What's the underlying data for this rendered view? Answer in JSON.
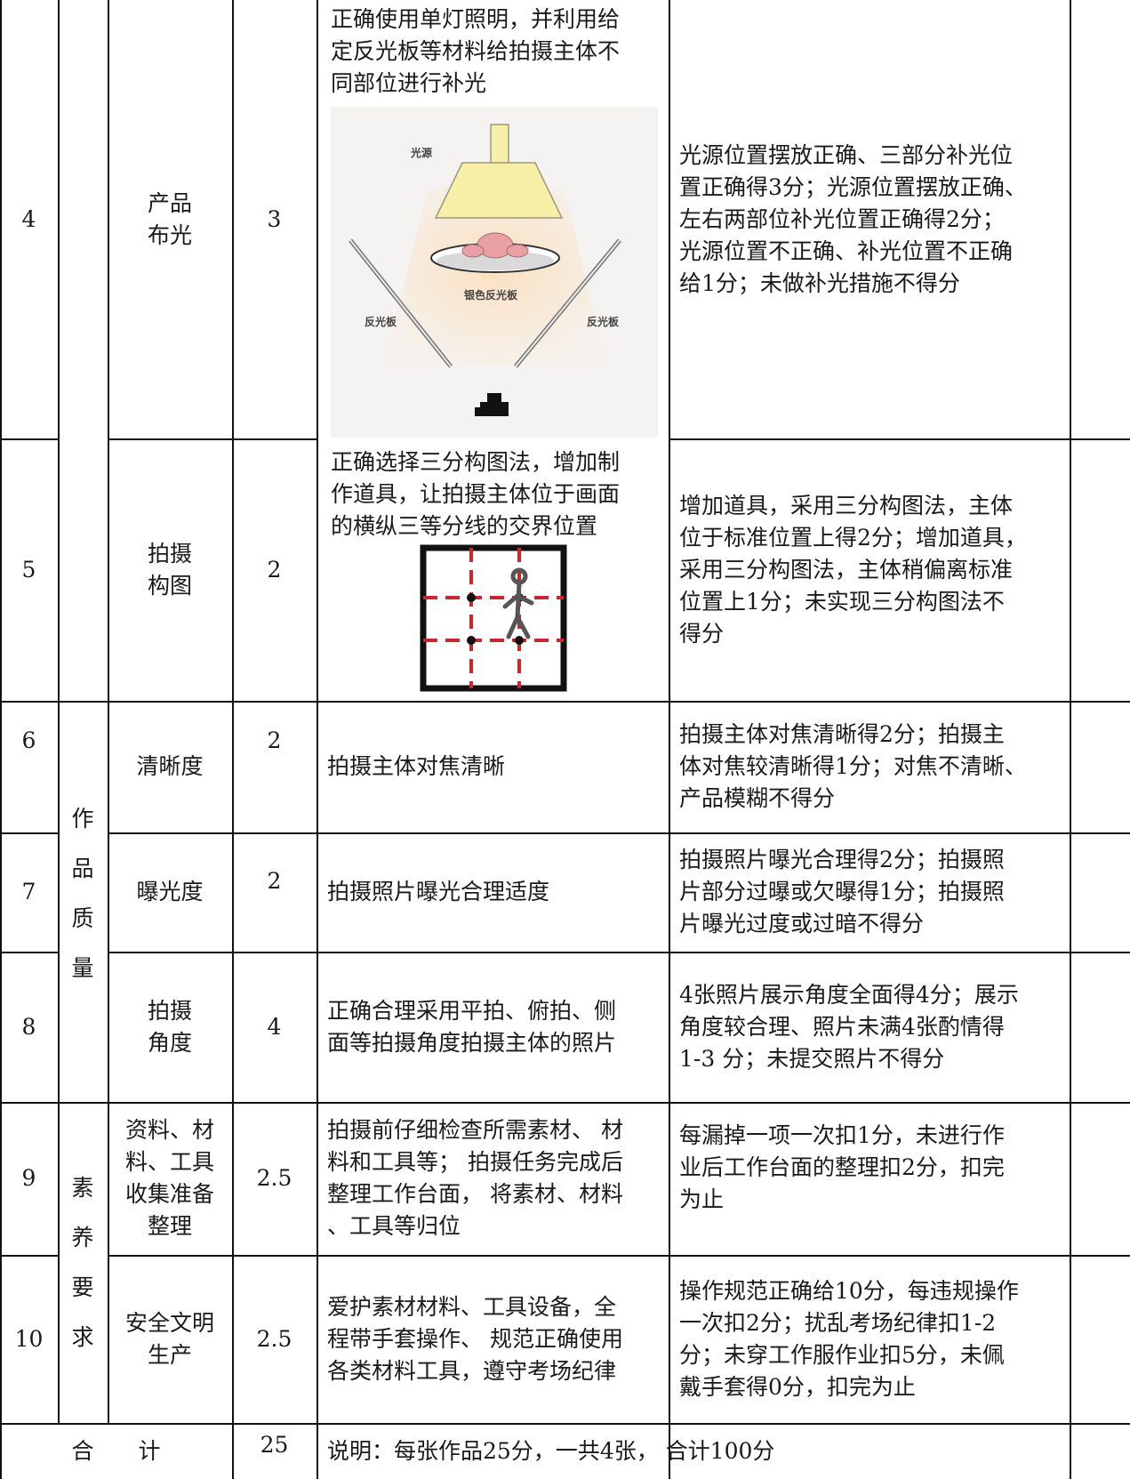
{
  "rows": [
    {
      "no": "4",
      "item": "产品\n布光",
      "score": "3",
      "requirement": "正确使用单灯照明，并利用给\n定反光板等材料给拍摄主体不\n同部位进行补光",
      "criteria": "光源位置摆放正确、三部分补光位\n置正确得3分；光源位置摆放正确、\n左右两部位补光位置正确得2分；\n光源位置不正确、补光位置不正确\n给1分；未做补光措施不得分"
    },
    {
      "no": "5",
      "item": "拍摄\n构图",
      "score": "2",
      "requirement": "正确选择三分构图法，增加制\n作道具，让拍摄主体位于画面\n的横纵三等分线的交界位置",
      "criteria": "增加道具，采用三分构图法，主体\n位于标准位置上得2分；增加道具，\n采用三分构图法，主体稍偏离标准\n位置上1分；未实现三分构图法不\n得分"
    },
    {
      "no": "6",
      "item": "清晰度",
      "score": "2",
      "requirement": "拍摄主体对焦清晰",
      "criteria": "拍摄主体对焦清晰得2分；拍摄主\n体对焦较清晰得1分；对焦不清晰、\n产品模糊不得分"
    },
    {
      "no": "7",
      "item": "曝光度",
      "score": "2",
      "requirement": "拍摄照片曝光合理适度",
      "criteria": "拍摄照片曝光合理得2分；拍摄照\n片部分过曝或欠曝得1分；拍摄照\n片曝光过度或过暗不得分"
    },
    {
      "no": "8",
      "item": "拍摄\n角度",
      "score": "4",
      "requirement": "正确合理采用平拍、俯拍、侧\n面等拍摄角度拍摄主体的照片",
      "criteria": "4张照片展示角度全面得4分；展示\n角度较合理、照片未满4张酌情得\n1-3 分；未提交照片不得分"
    },
    {
      "no": "9",
      "item": "资料、材\n料、工具\n收集准备\n整理",
      "score": "2.5",
      "requirement": "拍摄前仔细检查所需素材、 材\n料和工具等； 拍摄任务完成后\n整理工作台面， 将素材、材料\n、工具等归位",
      "criteria": "每漏掉一项一次扣1分，未进行作\n业后工作台面的整理扣2分，扣完\n为止"
    },
    {
      "no": "10",
      "item": "安全文明\n生产",
      "score": "2.5",
      "requirement": "爱护素材材料、工具设备，全\n程带手套操作、 规范正确使用\n各类材料工具，遵守考场纪律",
      "criteria": "操作规范正确给10分，每违规操作\n一次扣2分；扰乱考场纪律扣1-2\n分；未穿工作服作业扣5分，未佩\n戴手套得0分，扣完为止"
    }
  ],
  "categories": {
    "quality": "作\n品\n质\n量",
    "literacy": "素\n养\n要\n求"
  },
  "total": {
    "label": "合　　计",
    "score": "25",
    "note": "说明：每张作品25分，一共4张， 合计100分"
  },
  "diagram_lighting": {
    "light_source": "光源",
    "silver_reflector": "银色反光板",
    "reflector_left": "反光板",
    "reflector_right": "反光板"
  }
}
